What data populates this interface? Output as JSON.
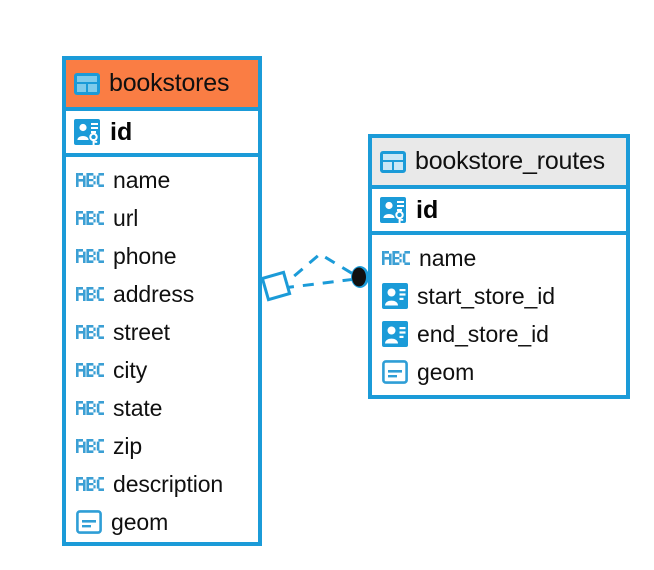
{
  "diagram": {
    "type": "entity-relationship-diagram",
    "colors": {
      "border_blue": "#1b9bd8",
      "header_orange": "#fa7d44",
      "header_grey": "#e9e9e9",
      "icon_blue": "#1b9bd8",
      "icon_blue_light": "#6cc4e8",
      "text": "#101010",
      "endpoint_dark": "#111111"
    },
    "entities": [
      {
        "id": "bookstores",
        "name": "bookstores",
        "header_style": "orange",
        "table_icon": "table-grid-icon",
        "primary_key": {
          "name": "id",
          "icon": "primary-key-icon"
        },
        "fields": [
          {
            "name": "name",
            "icon": "abc-text-icon"
          },
          {
            "name": "url",
            "icon": "abc-text-icon"
          },
          {
            "name": "phone",
            "icon": "abc-text-icon"
          },
          {
            "name": "address",
            "icon": "abc-text-icon"
          },
          {
            "name": "street",
            "icon": "abc-text-icon"
          },
          {
            "name": "city",
            "icon": "abc-text-icon"
          },
          {
            "name": "state",
            "icon": "abc-text-icon"
          },
          {
            "name": "zip",
            "icon": "abc-text-icon"
          },
          {
            "name": "description",
            "icon": "abc-text-icon"
          },
          {
            "name": "geom",
            "icon": "geometry-icon"
          }
        ]
      },
      {
        "id": "bookstore_routes",
        "name": "bookstore_routes",
        "header_style": "grey",
        "table_icon": "table-grid-icon",
        "primary_key": {
          "name": "id",
          "icon": "primary-key-icon"
        },
        "fields": [
          {
            "name": "name",
            "icon": "abc-text-icon"
          },
          {
            "name": "start_store_id",
            "icon": "foreign-key-icon"
          },
          {
            "name": "end_store_id",
            "icon": "foreign-key-icon"
          },
          {
            "name": "geom",
            "icon": "geometry-icon"
          }
        ]
      }
    ],
    "relationship": {
      "name": "bookstores-to-bookstore-routes-relationship",
      "line_style": "dashed",
      "source_endpoint": "hollow-diamond",
      "target_endpoint": "filled-circle"
    }
  }
}
